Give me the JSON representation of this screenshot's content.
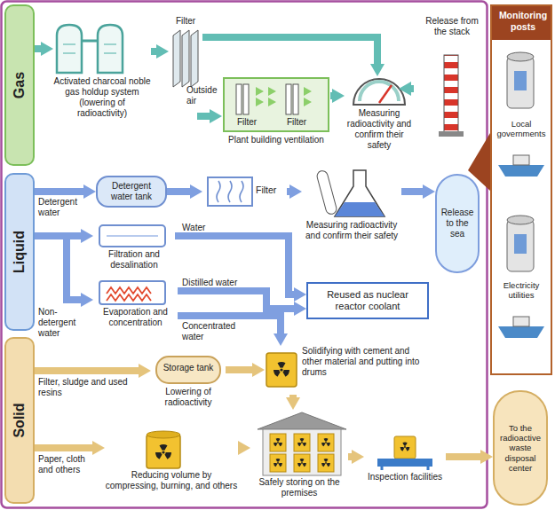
{
  "diagram": {
    "nodes": [
      {
        "text": [
          "Gas"
        ]
      },
      {
        "text": [
          "Activated charcoal noble gas holdup system (lowering of radioactivity)"
        ]
      },
      {
        "text": [
          "Filter"
        ]
      },
      {
        "text": [
          "Filter",
          "Filter",
          "Plant building ventilation"
        ]
      },
      {
        "text": [
          "Measuring radioactivity and confirm their safety"
        ]
      },
      {
        "text": [
          "Release from the stack"
        ]
      },
      {
        "text": [
          "Monitoring posts"
        ]
      },
      {
        "text": [
          "Local governments"
        ],
        "in": 6
      },
      {
        "text": [
          "Electricity utilities"
        ],
        "in": 6
      },
      {
        "text": [
          "Liquid"
        ]
      },
      {
        "text": [
          "Detergent water tank"
        ]
      },
      {
        "text": [
          "Filter"
        ]
      },
      {
        "text": [
          "Measuring radioactivity and confirm their safety"
        ]
      },
      {
        "text": [
          "Release to the sea"
        ]
      },
      {
        "text": [
          "Filtration and desalination"
        ]
      },
      {
        "text": [
          "Evaporation and concentration"
        ]
      },
      {
        "text": [
          "Reused as nuclear reactor coolant"
        ]
      },
      {
        "text": [
          "Solid"
        ]
      },
      {
        "text": [
          "Storage tank",
          "Lowering of radioactivity"
        ]
      },
      {
        "text": [
          "Solidifying with cement and other material and putting into drums"
        ]
      },
      {
        "text": [
          "Reducing volume by compressing, burning, and others"
        ]
      },
      {
        "text": [
          "Safely storing on the premises"
        ]
      },
      {
        "text": [
          "Inspection facilities"
        ]
      },
      {
        "text": [
          "To the radioactive waste disposal center"
        ]
      }
    ],
    "edges": [
      {
        "from": 0,
        "to": 1,
        "arrow": "to"
      },
      {
        "from": 1,
        "to": 2,
        "arrow": "to"
      },
      {
        "from": 2,
        "to": 4,
        "arrow": "to"
      },
      {
        "from": 3,
        "to": 4,
        "arrow": "to"
      },
      {
        "from": 4,
        "to": 5,
        "arrow": "to"
      },
      {
        "from": 9,
        "to": 10,
        "label": "Detergent water",
        "arrow": "to"
      },
      {
        "from": 9,
        "to": 14,
        "arrow": "to"
      },
      {
        "from": 9,
        "to": 15,
        "label": "Non-detergent water",
        "arrow": "to"
      },
      {
        "from": 10,
        "to": 11,
        "arrow": "to"
      },
      {
        "from": 11,
        "to": 12,
        "arrow": "to"
      },
      {
        "from": 12,
        "to": 13,
        "arrow": "to"
      },
      {
        "from": 14,
        "to": 16,
        "label": "Water",
        "arrow": "to"
      },
      {
        "from": 15,
        "to": 16,
        "label": "Distilled water",
        "arrow": "to"
      },
      {
        "from": 15,
        "to": 19,
        "label": "Concentrated water",
        "arrow": "to"
      },
      {
        "from": 17,
        "to": 18,
        "label": "Filter, sludge and used resins",
        "arrow": "to"
      },
      {
        "from": 18,
        "to": 19,
        "arrow": "to"
      },
      {
        "from": 19,
        "to": 21,
        "arrow": "to"
      },
      {
        "from": 17,
        "to": 20,
        "label": "Paper, cloth and others",
        "arrow": "to"
      },
      {
        "from": 20,
        "to": 21,
        "arrow": "to"
      },
      {
        "from": 21,
        "to": 22,
        "arrow": "to"
      },
      {
        "from": 22,
        "to": 23,
        "arrow": "to"
      }
    ],
    "labels": [
      "Outside air"
    ]
  }
}
